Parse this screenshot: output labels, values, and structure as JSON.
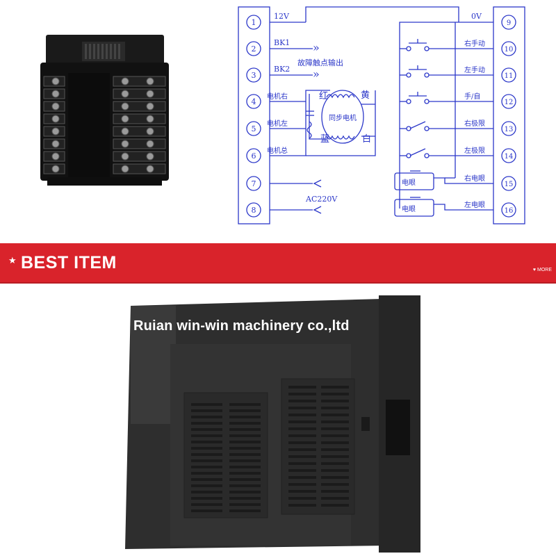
{
  "diagram": {
    "power_label": "12V",
    "zero_label": "0V",
    "bk1_label": "BK1",
    "bk2_label": "BK2",
    "fault_label": "故障触点输出",
    "motor_right_label": "电机右",
    "motor_left_label": "电机左",
    "motor_common_label": "电机总",
    "motor_name": "同步电机",
    "wire_red": "红",
    "wire_yellow": "黄",
    "wire_blue": "蓝",
    "wire_white": "白",
    "ac_label": "AC220V",
    "left_terminals": [
      "1",
      "2",
      "3",
      "4",
      "5",
      "6",
      "7",
      "8"
    ],
    "right_terminals": [
      "9",
      "10",
      "11",
      "12",
      "13",
      "14",
      "15",
      "16"
    ],
    "right_labels": [
      "右手动",
      "左手动",
      "手/自",
      "右极限",
      "左极限",
      "右电眼",
      "左电眼"
    ],
    "eye_label": "电眼",
    "line_color": "#2b37c9"
  },
  "banner": {
    "title": "BEST ITEM",
    "more": "MORE",
    "star_icon": "star-icon",
    "color": "#d9232b"
  },
  "watermark": "Ruian win-win machinery co.,ltd"
}
